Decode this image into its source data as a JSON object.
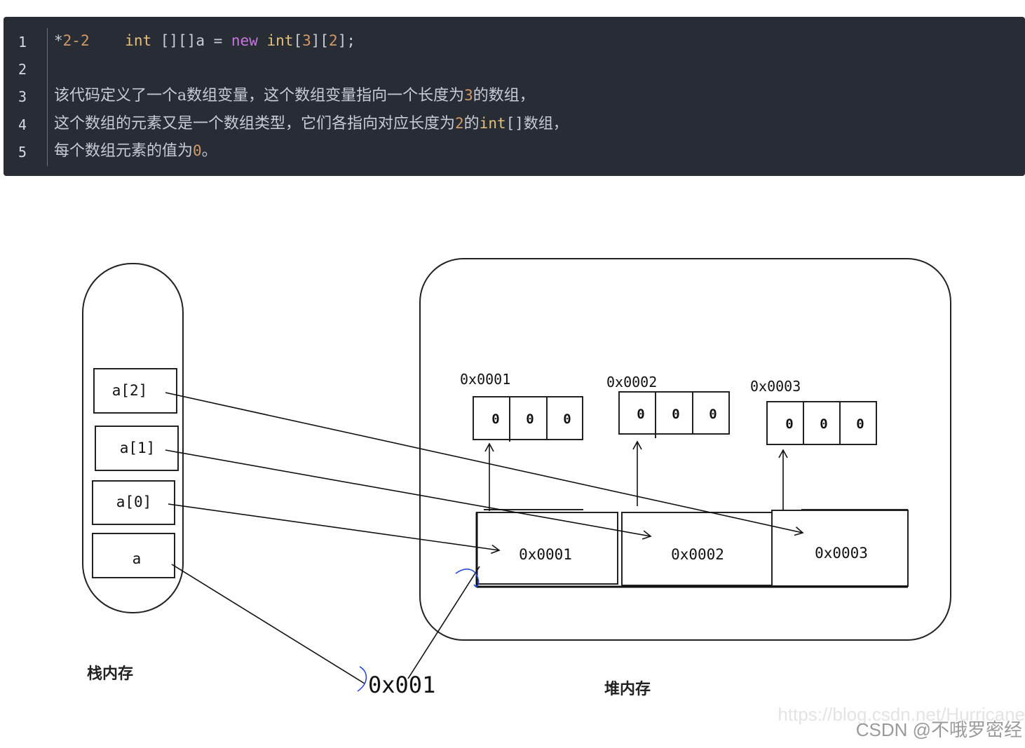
{
  "code": {
    "line_numbers": [
      "1",
      "2",
      "3",
      "4",
      "5"
    ],
    "line1": {
      "prefix": "*",
      "label": "2-2",
      "t1": "int",
      "t2": " [][]a = ",
      "t3": "new",
      "t4": " ",
      "t5": "int",
      "t6": "[",
      "t7": "3",
      "t8": "][",
      "t9": "2",
      "t10": "];"
    },
    "line3": {
      "a": "该代码定义了一个a数组变量，这个数组变量指向一个长度为",
      "n": "3",
      "b": "的数组，"
    },
    "line4": {
      "a": "这个数组的元素又是一个数组类型，它们各指向对应长度为",
      "n": "2",
      "b": "的",
      "c": "int",
      "d": "[]数组，"
    },
    "line5": {
      "a": "每个数组元素的值为",
      "n": "0",
      "b": "。"
    }
  },
  "diagram": {
    "stack": {
      "label": "栈内存",
      "cells": [
        "a[2]",
        "a[1]",
        "a[0]",
        "a"
      ]
    },
    "heap": {
      "label": "堆内存",
      "arrays": [
        {
          "address": "0x0001",
          "values": [
            "0",
            "0",
            "0"
          ]
        },
        {
          "address": "0x0002",
          "values": [
            "0",
            "0",
            "0"
          ]
        },
        {
          "address": "0x0003",
          "values": [
            "0",
            "0",
            "0"
          ]
        }
      ],
      "outer_cells": [
        "0x0001",
        "0x0002",
        "0x0003"
      ]
    },
    "reference_address": "0x001"
  },
  "watermark": {
    "url": "https://blog.csdn.net/Hurricane",
    "credit": "CSDN @不哦罗密经"
  }
}
